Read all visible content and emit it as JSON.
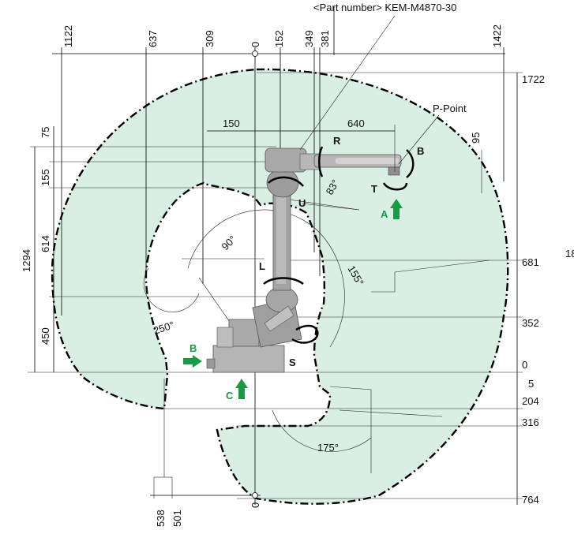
{
  "header": {
    "part_number": "<Part number> KEM-M4870-30"
  },
  "labels": {
    "p_point": "P-Point",
    "axis_r": "R",
    "axis_b": "B",
    "axis_t": "T",
    "axis_u": "U",
    "axis_l": "L",
    "axis_s": "S",
    "view_a": "A",
    "view_b": "B",
    "view_c": "C"
  },
  "top_dims": [
    "1122",
    "637",
    "309",
    "0",
    "152",
    "349",
    "381",
    "1422"
  ],
  "right_dims": [
    "1722",
    "681",
    "352",
    "0",
    "5",
    "204",
    "316",
    "764"
  ],
  "left_dims": [
    "75",
    "155",
    "614",
    "1294",
    "450"
  ],
  "bottom_dims": [
    "538",
    "501",
    "0"
  ],
  "arm_dims": {
    "left": "150",
    "right": "640",
    "wrist": "95"
  },
  "angles": {
    "a83": "83°",
    "a90": "90°",
    "a155": "155°",
    "a250": "250°",
    "a175": "175°"
  },
  "edge_text": "18",
  "colors": {
    "envelope_fill": "#d9efe3",
    "arrow_green": "#1a9a45",
    "robot_gray": "#a9a9a9"
  }
}
